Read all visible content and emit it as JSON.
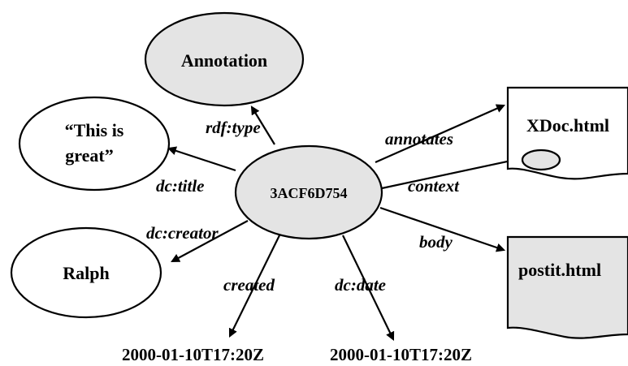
{
  "nodes": {
    "annotation_type": "Annotation",
    "title_value_line1": "“This is",
    "title_value_line2": "great”",
    "center": "3ACF6D754",
    "creator_value": "Ralph",
    "annotated_doc": "XDoc.html",
    "body_doc": "postit.html",
    "created_value": "2000-01-10T17:20Z",
    "date_value": "2000-01-10T17:20Z"
  },
  "edges": {
    "type": "rdf:type",
    "title": "dc:title",
    "creator": "dc:creator",
    "annotates": "annotates",
    "context": "context",
    "body": "body",
    "created": "created",
    "date": "dc:date"
  },
  "colors": {
    "filled_node": "#e4e4e4",
    "empty_node": "#ffffff",
    "stroke": "#000000"
  }
}
